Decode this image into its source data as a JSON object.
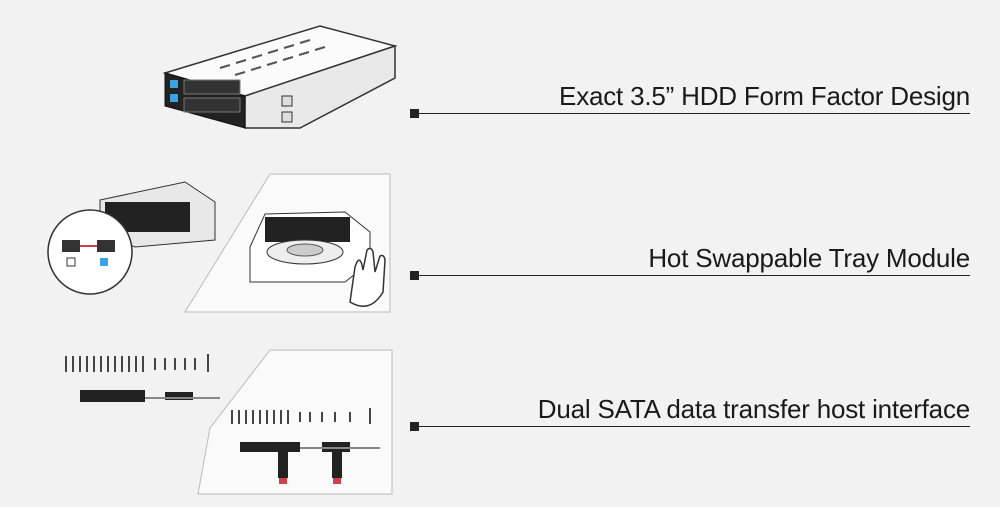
{
  "features": [
    {
      "label": "Exact 3.5” HDD Form Factor Design"
    },
    {
      "label": "Hot Swappable Tray Module"
    },
    {
      "label": "Dual SATA data transfer host interface"
    }
  ],
  "colors": {
    "background": "#f2f2f2",
    "text": "#1a1a1a",
    "accent_blue": "#3aa3e3",
    "connector_red": "#d0404a"
  }
}
